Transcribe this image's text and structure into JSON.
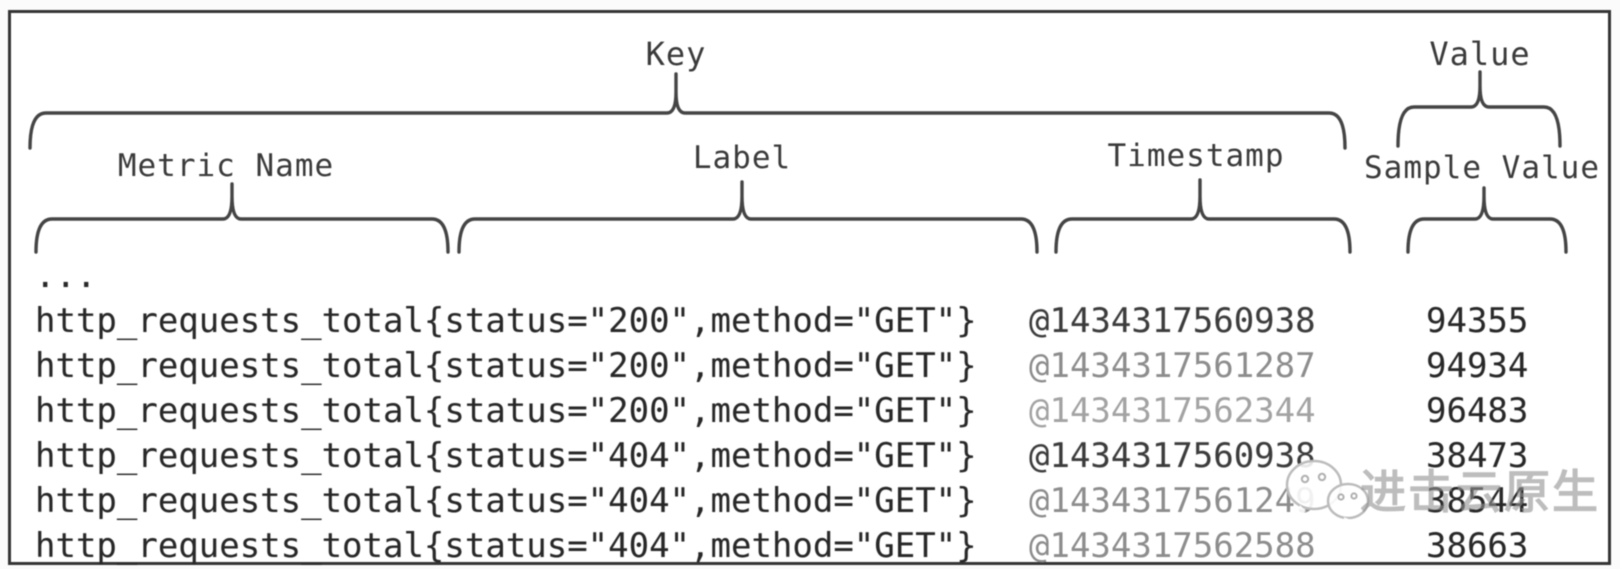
{
  "header": {
    "key_label": "Key",
    "value_label": "Value",
    "metric_name_label": "Metric Name",
    "label_label": "Label",
    "timestamp_label": "Timestamp",
    "sample_value_label": "Sample Value"
  },
  "samples": {
    "rows": [
      {
        "metric": "...",
        "timestamp": "",
        "value": "",
        "ts_tone": "dark"
      },
      {
        "metric": "http_requests_total{status=\"200\",method=\"GET\"}",
        "timestamp": "@1434317560938",
        "value": "94355",
        "ts_tone": "dark"
      },
      {
        "metric": "http_requests_total{status=\"200\",method=\"GET\"}",
        "timestamp": "@1434317561287",
        "value": "94934",
        "ts_tone": "gray"
      },
      {
        "metric": "http_requests_total{status=\"200\",method=\"GET\"}",
        "timestamp": "@1434317562344",
        "value": "96483",
        "ts_tone": "light"
      },
      {
        "metric": "http_requests_total{status=\"404\",method=\"GET\"}",
        "timestamp": "@1434317560938",
        "value": "38473",
        "ts_tone": "dark"
      },
      {
        "metric": "http_requests_total{status=\"404\",method=\"GET\"}",
        "timestamp": "@1434317561249",
        "value": "38544",
        "ts_tone": "gray"
      },
      {
        "metric": "http_requests_total{status=\"404\",method=\"GET\"}",
        "timestamp": "@1434317562588",
        "value": "38663",
        "ts_tone": "gray"
      }
    ]
  },
  "watermark": {
    "text": "进击云原生",
    "icon": "wechat-chat-bubbles-icon"
  },
  "colors": {
    "frame": "#353535",
    "ink": "#282828",
    "timestamp_dark": "#3c3c3c",
    "timestamp_gray": "#8d8d8d",
    "timestamp_light": "#a3a3a3",
    "watermark_gray": "#919191"
  }
}
